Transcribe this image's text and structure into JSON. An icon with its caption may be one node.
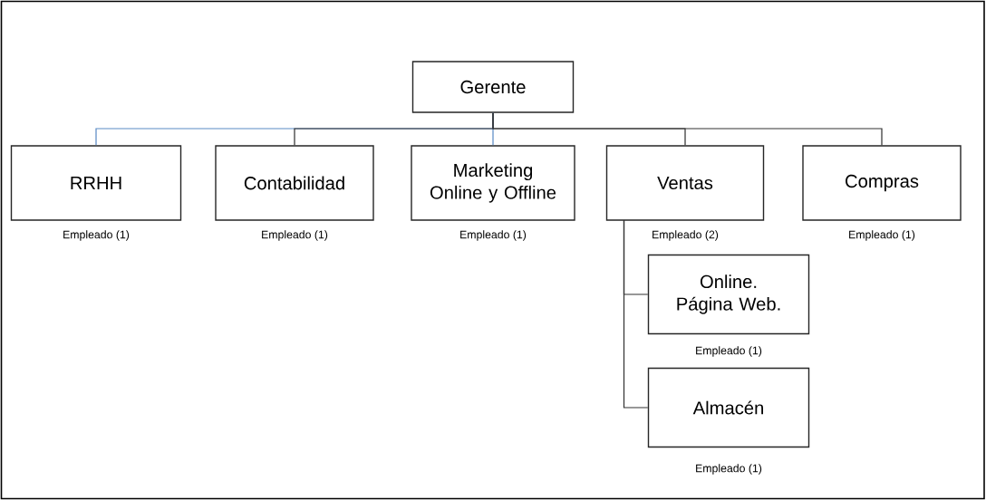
{
  "diagram": {
    "nodes": [
      {
        "text": [
          "Gerente"
        ]
      },
      {
        "text": [
          "RRHH"
        ],
        "beside": [
          "Empleado (1)"
        ]
      },
      {
        "text": [
          "Contabilidad"
        ],
        "beside": [
          "Empleado (1)"
        ]
      },
      {
        "text": [
          "Marketing Online y Offline"
        ],
        "beside": [
          "Empleado (1)"
        ]
      },
      {
        "text": [
          "Ventas"
        ],
        "beside": [
          "Empleado (2)"
        ]
      },
      {
        "text": [
          "Compras"
        ],
        "beside": [
          "Empleado (1)"
        ]
      },
      {
        "text": [
          "Online. Página Web."
        ],
        "beside": [
          "Empleado (1)"
        ]
      },
      {
        "text": [
          "Almacén"
        ],
        "beside": [
          "Empleado (1)"
        ]
      }
    ],
    "edges": [
      {
        "from": 0,
        "to": 1,
        "arrow": "none",
        "color": "#5b8bc5"
      },
      {
        "from": 0,
        "to": 2,
        "arrow": "none"
      },
      {
        "from": 0,
        "to": 3,
        "arrow": "none",
        "color": "#5b8bc5"
      },
      {
        "from": 0,
        "to": 4,
        "arrow": "none"
      },
      {
        "from": 0,
        "to": 5,
        "arrow": "none"
      },
      {
        "from": 4,
        "to": 6,
        "arrow": "none"
      },
      {
        "from": 4,
        "to": 7,
        "arrow": "none"
      }
    ]
  }
}
